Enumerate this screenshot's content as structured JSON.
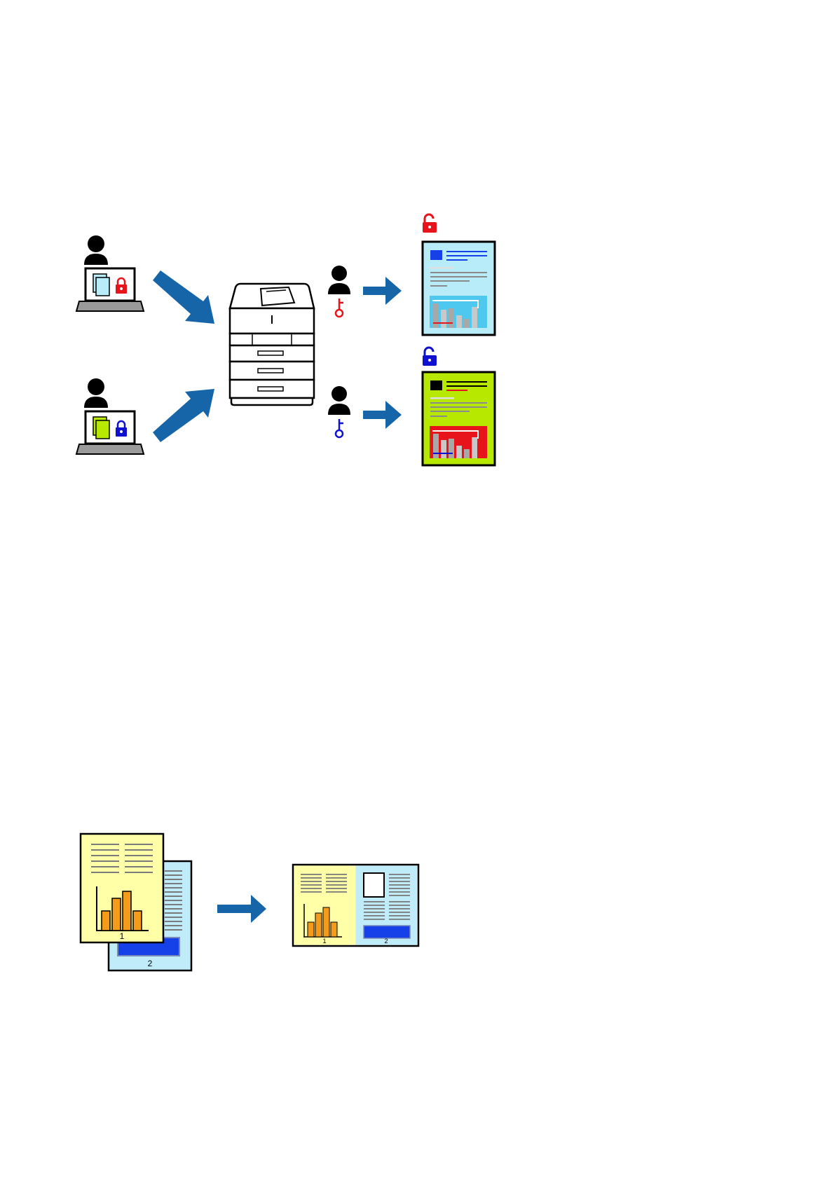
{
  "colors": {
    "arrow": "#1565a8",
    "red": "#e8141c",
    "blue": "#1010d0",
    "page_cyan": "#b8ecf8",
    "page_green": "#b6e800",
    "page_yellow": "#ffffa8",
    "page_lightblue": "#c0ecfa",
    "bar_orange": "#f59b1a",
    "highlight_blue": "#1640e8",
    "black": "#000000"
  },
  "icons": {
    "user": "person-icon",
    "laptop": "laptop-icon",
    "lock": "padlock-icon",
    "unlock": "open-padlock-icon",
    "key": "key-icon",
    "printer": "printer-icon",
    "arrow": "arrow-icon",
    "document": "document-icon"
  },
  "multipage": {
    "page_numbers": [
      "1",
      "2"
    ],
    "output_page_numbers": [
      "1",
      "2"
    ]
  }
}
